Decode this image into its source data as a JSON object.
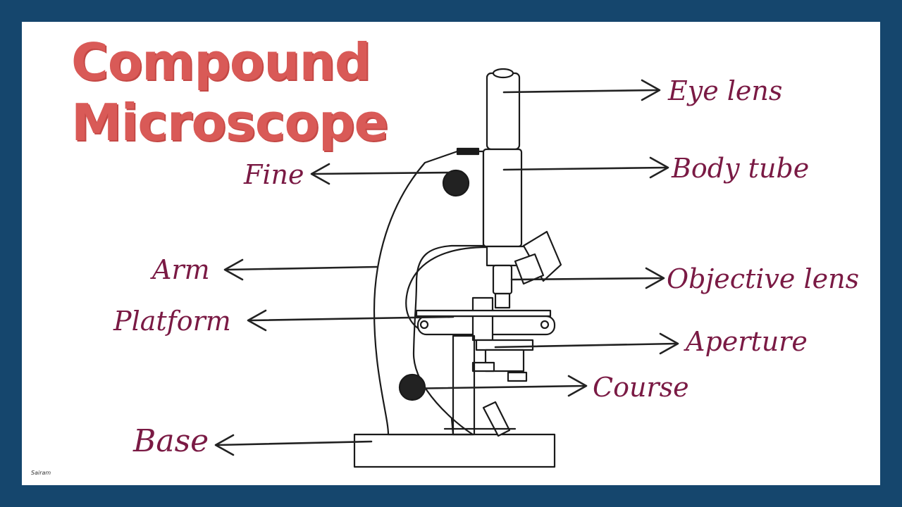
{
  "title": {
    "line1": "Compound",
    "line2": "Microscope"
  },
  "labels": {
    "eye_lens": "Eye lens",
    "body_tube": "Body tube",
    "fine": "Fine",
    "arm": "Arm",
    "objective_lens": "Objective lens",
    "platform": "Platform",
    "aperture": "Aperture",
    "course": "Course",
    "base": "Base"
  },
  "credit": "Sairam",
  "colors": {
    "frame": "#15466d",
    "title": "#d95a57",
    "label": "#7a1a44",
    "arrow": "#222222"
  }
}
